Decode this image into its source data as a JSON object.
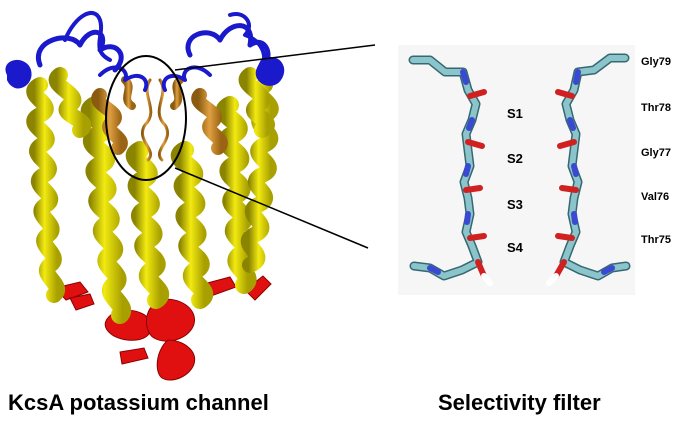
{
  "left_caption": "KcsA potassium channel",
  "right_caption": "Selectivity filter",
  "sites": [
    "S1",
    "S2",
    "S3",
    "S4"
  ],
  "residues": [
    "Gly79",
    "Thr78",
    "Gly77",
    "Val76",
    "Thr75"
  ],
  "colors": {
    "turret": "#1a1acc",
    "helix": "#e8e000",
    "pore_helix": "#d08a20",
    "cytoplasmic": "#e01010",
    "backbone": "#8cc4cc",
    "nitrogen": "#3a4ad0",
    "oxygen": "#d02020"
  }
}
